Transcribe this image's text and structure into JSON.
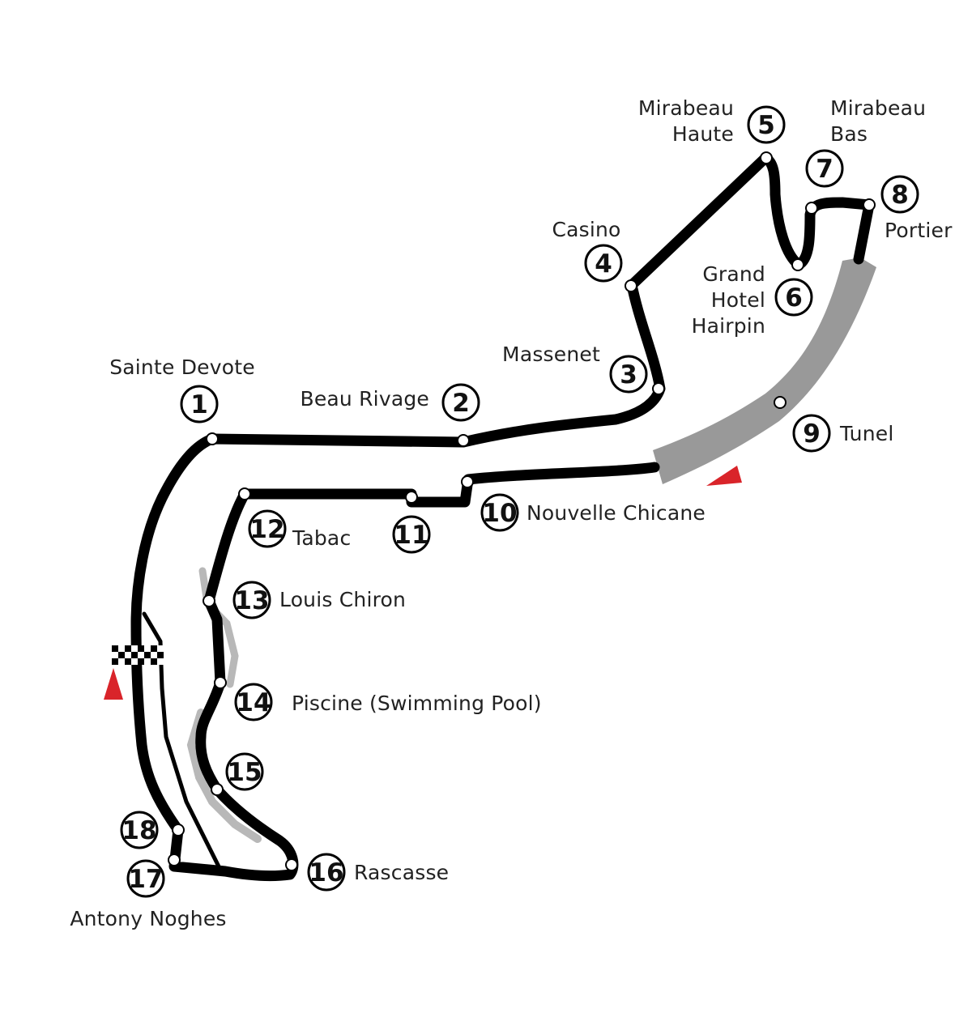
{
  "colors": {
    "track": "#000000",
    "tunnel": "#999999",
    "marker": "#d9242a",
    "runoff": "#b8b8b8",
    "background": "#ffffff"
  },
  "icons": {
    "start_finish": "checkered-flag-icon",
    "direction": "red-triangle-arrow-icon"
  },
  "corners": [
    {
      "number": "1",
      "name": [
        "Sainte Devote"
      ]
    },
    {
      "number": "2",
      "name": [
        "Beau Rivage"
      ]
    },
    {
      "number": "3",
      "name": [
        "Massenet"
      ]
    },
    {
      "number": "4",
      "name": [
        "Casino"
      ]
    },
    {
      "number": "5",
      "name": [
        "Mirabeau",
        "Haute"
      ]
    },
    {
      "number": "6",
      "name": [
        "Grand",
        "Hotel",
        "Hairpin"
      ]
    },
    {
      "number": "7",
      "name": [
        "Mirabeau",
        "Bas"
      ]
    },
    {
      "number": "8",
      "name": [
        "Portier"
      ]
    },
    {
      "number": "9",
      "name": [
        "Tunel"
      ]
    },
    {
      "number": "10",
      "name": [
        "Nouvelle Chicane"
      ]
    },
    {
      "number": "11",
      "name": []
    },
    {
      "number": "12",
      "name": [
        "Tabac"
      ]
    },
    {
      "number": "13",
      "name": [
        "Louis Chiron"
      ]
    },
    {
      "number": "14",
      "name": [
        "Piscine (Swimming Pool)"
      ]
    },
    {
      "number": "15",
      "name": []
    },
    {
      "number": "16",
      "name": [
        "Rascasse"
      ]
    },
    {
      "number": "17",
      "name": [
        "Antony Noghes"
      ]
    },
    {
      "number": "18",
      "name": []
    }
  ]
}
